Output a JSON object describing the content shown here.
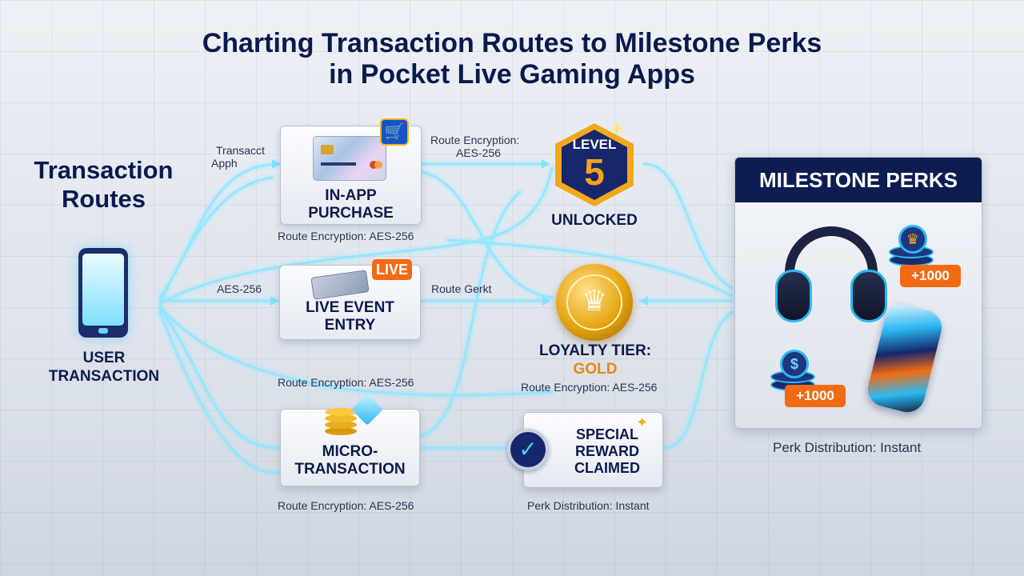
{
  "title": {
    "line1": "Charting Transaction Routes to Milestone Perks",
    "line2": "in Pocket Live Gaming Apps"
  },
  "left_heading": [
    "Transaction",
    "Routes"
  ],
  "user": {
    "label_line1": "USER",
    "label_line2": "TRANSACTION"
  },
  "annotations": {
    "transact_line1": "Transacct",
    "transact_line2": "Apph",
    "aes_left": "AES-256",
    "enc_top_right_line1": "Route Encryption:",
    "enc_top_right_line2": "AES-256",
    "enc_under_purchase": "Route Encryption: AES-256",
    "route_gerkt": "Route Gerkt",
    "enc_under_live": "Route Encryption: AES-256",
    "enc_under_loyalty": "Route Encryption: AES-256",
    "enc_under_micro": "Route Encryption: AES-256",
    "perk_dist_special": "Perk Distribution: Instant",
    "perk_dist_panel": "Perk Distribution: Instant"
  },
  "routes": {
    "in_app_purchase": {
      "line1": "IN-APP",
      "line2": "PURCHASE"
    },
    "live_event": {
      "line1": "LIVE EVENT",
      "line2": "ENTRY",
      "badge": "LIVE"
    },
    "micro": {
      "line1": "MICRO-",
      "line2": "TRANSACTION"
    }
  },
  "milestones": {
    "level": {
      "word": "LEVEL",
      "number": "5",
      "caption": "UNLOCKED"
    },
    "loyalty": {
      "line1": "LOYALTY TIER:",
      "line2": "GOLD"
    },
    "special": {
      "line1": "SPECIAL",
      "line2": "REWARD",
      "line3": "CLAIMED"
    }
  },
  "perks": {
    "header": "MILESTONE PERKS",
    "coin_bonus_top": "+1000",
    "coin_bonus_bottom": "+1000"
  },
  "colors": {
    "navy": "#0d1d52",
    "flow_glow": "#7fe3ff",
    "orange": "#f26b12",
    "gold": "#e5a20f"
  }
}
